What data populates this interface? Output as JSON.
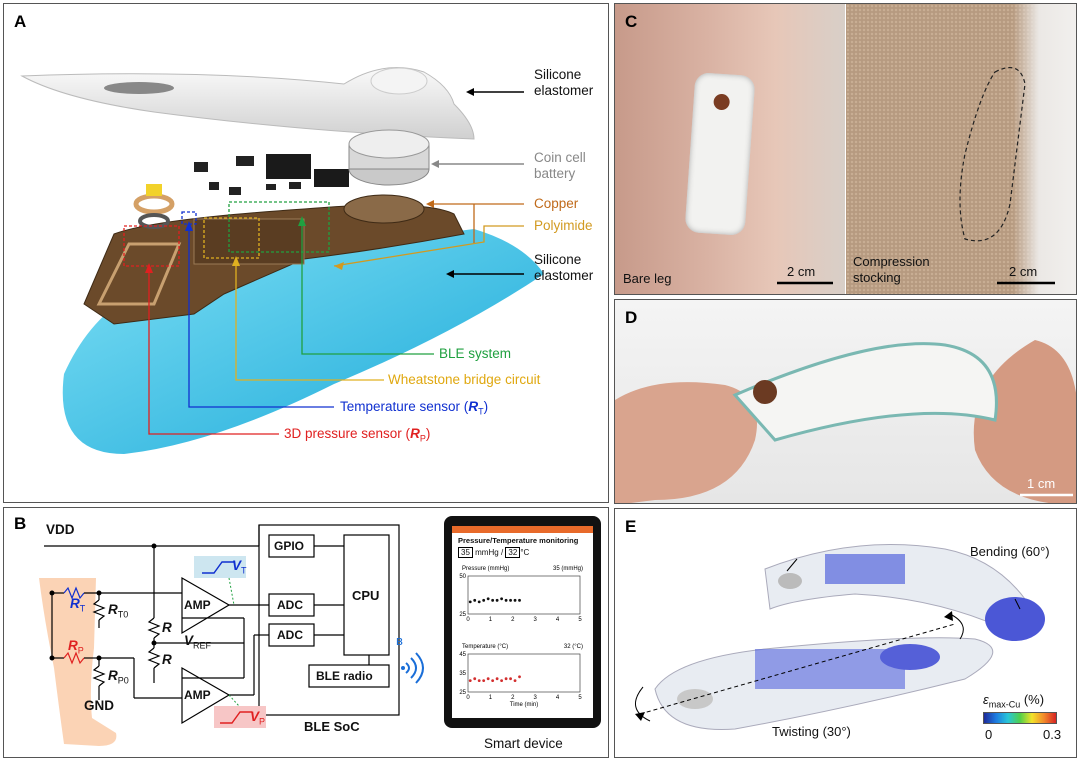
{
  "panels": {
    "A": {
      "label": "A",
      "callouts": {
        "silicone_top_1": "Silicone",
        "silicone_top_2": "elastomer",
        "battery_1": "Coin cell",
        "battery_2": "battery",
        "copper": "Copper",
        "polyimide": "Polyimide",
        "silicone_bot_1": "Silicone",
        "silicone_bot_2": "elastomer",
        "ble": "BLE system",
        "wheatstone": "Wheatstone bridge circuit",
        "temp": "Temperature sensor (",
        "temp_sym": "R",
        "temp_sub": "T",
        "pressure": "3D pressure sensor (",
        "pressure_sym": "R",
        "pressure_sub": "P",
        "close": ")"
      }
    },
    "B": {
      "label": "B",
      "vdd": "VDD",
      "gnd": "GND",
      "rt": "R",
      "rt_sub": "T",
      "rt0": "R",
      "rt0_sub": "T0",
      "rp": "R",
      "rp_sub": "P",
      "rp0": "R",
      "rp0_sub": "P0",
      "r1": "R",
      "r2": "R",
      "vref": "V",
      "vref_sub": "REF",
      "amp": "AMP",
      "adc": "ADC",
      "gpio": "GPIO",
      "cpu": "CPU",
      "ble_radio": "BLE radio",
      "ble_soc": "BLE SoC",
      "vt": "V",
      "vt_sub": "T",
      "vp": "V",
      "vp_sub": "P",
      "smart_device": "Smart device",
      "phone": {
        "app_title": "Pressure/Temperature monitoring",
        "pressure_value": "35",
        "pressure_unit": "mmHg",
        "separator": "/",
        "temp_value": "32",
        "temp_unit": "°C"
      }
    },
    "C": {
      "label": "C",
      "left_caption": "Bare leg",
      "right_caption_1": "Compression",
      "right_caption_2": "stocking",
      "scale_left": "2 cm",
      "scale_right": "2 cm"
    },
    "D": {
      "label": "D",
      "scale": "1 cm"
    },
    "E": {
      "label": "E",
      "bending": "Bending (60°)",
      "twisting": "Twisting (30°)",
      "colorbar_title": "ε",
      "colorbar_sub": "max-Cu",
      "colorbar_unit": " (%)",
      "colorbar_min": "0",
      "colorbar_max": "0.3",
      "colorbar_colors": [
        "#1e2a9a",
        "#1d7be0",
        "#29c6d8",
        "#4fd04a",
        "#f2e22a",
        "#f2892a",
        "#d62424"
      ]
    }
  },
  "chart_data": [
    {
      "type": "scatter",
      "title": "Pressure (mmHg)",
      "value_label": "35 (mmHg)",
      "xlim": [
        0,
        5
      ],
      "ylim": [
        25,
        50
      ],
      "x_ticks": [
        "0",
        "1",
        "2",
        "3",
        "4",
        "5"
      ],
      "y_ticks": [
        "25",
        "50"
      ],
      "color": "#111111",
      "x": [
        0.1,
        0.3,
        0.5,
        0.7,
        0.9,
        1.1,
        1.3,
        1.5,
        1.7,
        1.9,
        2.1,
        2.3
      ],
      "y": [
        33,
        34,
        33,
        34,
        35,
        34,
        34,
        35,
        34,
        34,
        34,
        34
      ]
    },
    {
      "type": "scatter",
      "title": "Temperature (°C)",
      "value_label": "32 (°C)",
      "xlabel": "Time (min)",
      "xlim": [
        0,
        5
      ],
      "ylim": [
        25,
        45
      ],
      "x_ticks": [
        "0",
        "1",
        "2",
        "3",
        "4",
        "5"
      ],
      "y_ticks": [
        "25",
        "35",
        "45"
      ],
      "color": "#d32f2f",
      "x": [
        0.1,
        0.3,
        0.5,
        0.7,
        0.9,
        1.1,
        1.3,
        1.5,
        1.7,
        1.9,
        2.1,
        2.3
      ],
      "y": [
        31,
        32,
        31,
        31,
        32,
        31,
        32,
        31,
        32,
        32,
        31,
        33
      ]
    }
  ]
}
